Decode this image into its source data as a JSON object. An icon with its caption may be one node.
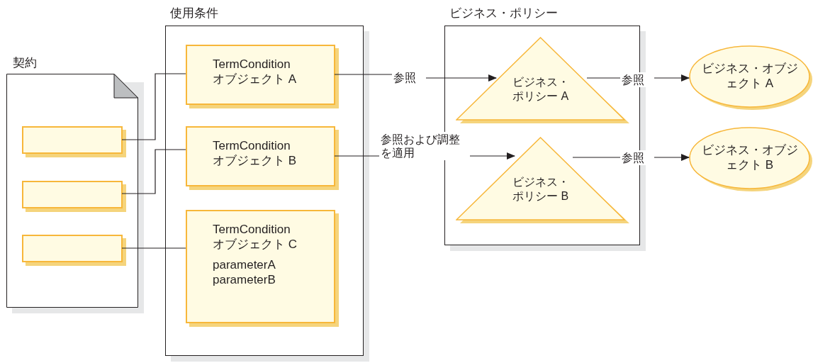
{
  "diagram": {
    "nodes": [
      {
        "text": [
          "契約"
        ]
      },
      {
        "text": [],
        "shape": "box",
        "in": 0
      },
      {
        "text": [],
        "shape": "box",
        "in": 0
      },
      {
        "text": [],
        "shape": "box",
        "in": 0
      },
      {
        "text": [
          "使用条件"
        ]
      },
      {
        "text": [
          "TermCondition オブジェクト A"
        ],
        "in": 4
      },
      {
        "text": [
          "TermCondition オブジェクト B"
        ],
        "in": 4
      },
      {
        "text": [
          "TermCondition オブジェクト C",
          "parameterA parameterB"
        ],
        "in": 4
      },
      {
        "text": [
          "ビジネス・ポリシー"
        ]
      },
      {
        "text": [
          "ビジネス・ポリシー A"
        ],
        "in": 8
      },
      {
        "text": [
          "ビジネス・ポリシー B"
        ],
        "in": 8
      },
      {
        "text": [
          "ビジネス・オブジェクト A"
        ]
      },
      {
        "text": [
          "ビジネス・オブジェクト B"
        ]
      }
    ],
    "edges": [
      {
        "from": 1,
        "to": 5,
        "arrow": "none"
      },
      {
        "from": 2,
        "to": 6,
        "arrow": "none"
      },
      {
        "from": 3,
        "to": 7,
        "arrow": "none"
      },
      {
        "from": 5,
        "to": 9,
        "arrow": "to",
        "label": "参照"
      },
      {
        "from": 6,
        "to": 10,
        "arrow": "to",
        "label": "参照および調整を適用"
      },
      {
        "from": 9,
        "to": 11,
        "arrow": "to",
        "label": "参照"
      },
      {
        "from": 10,
        "to": 12,
        "arrow": "to",
        "label": "参照"
      }
    ]
  }
}
